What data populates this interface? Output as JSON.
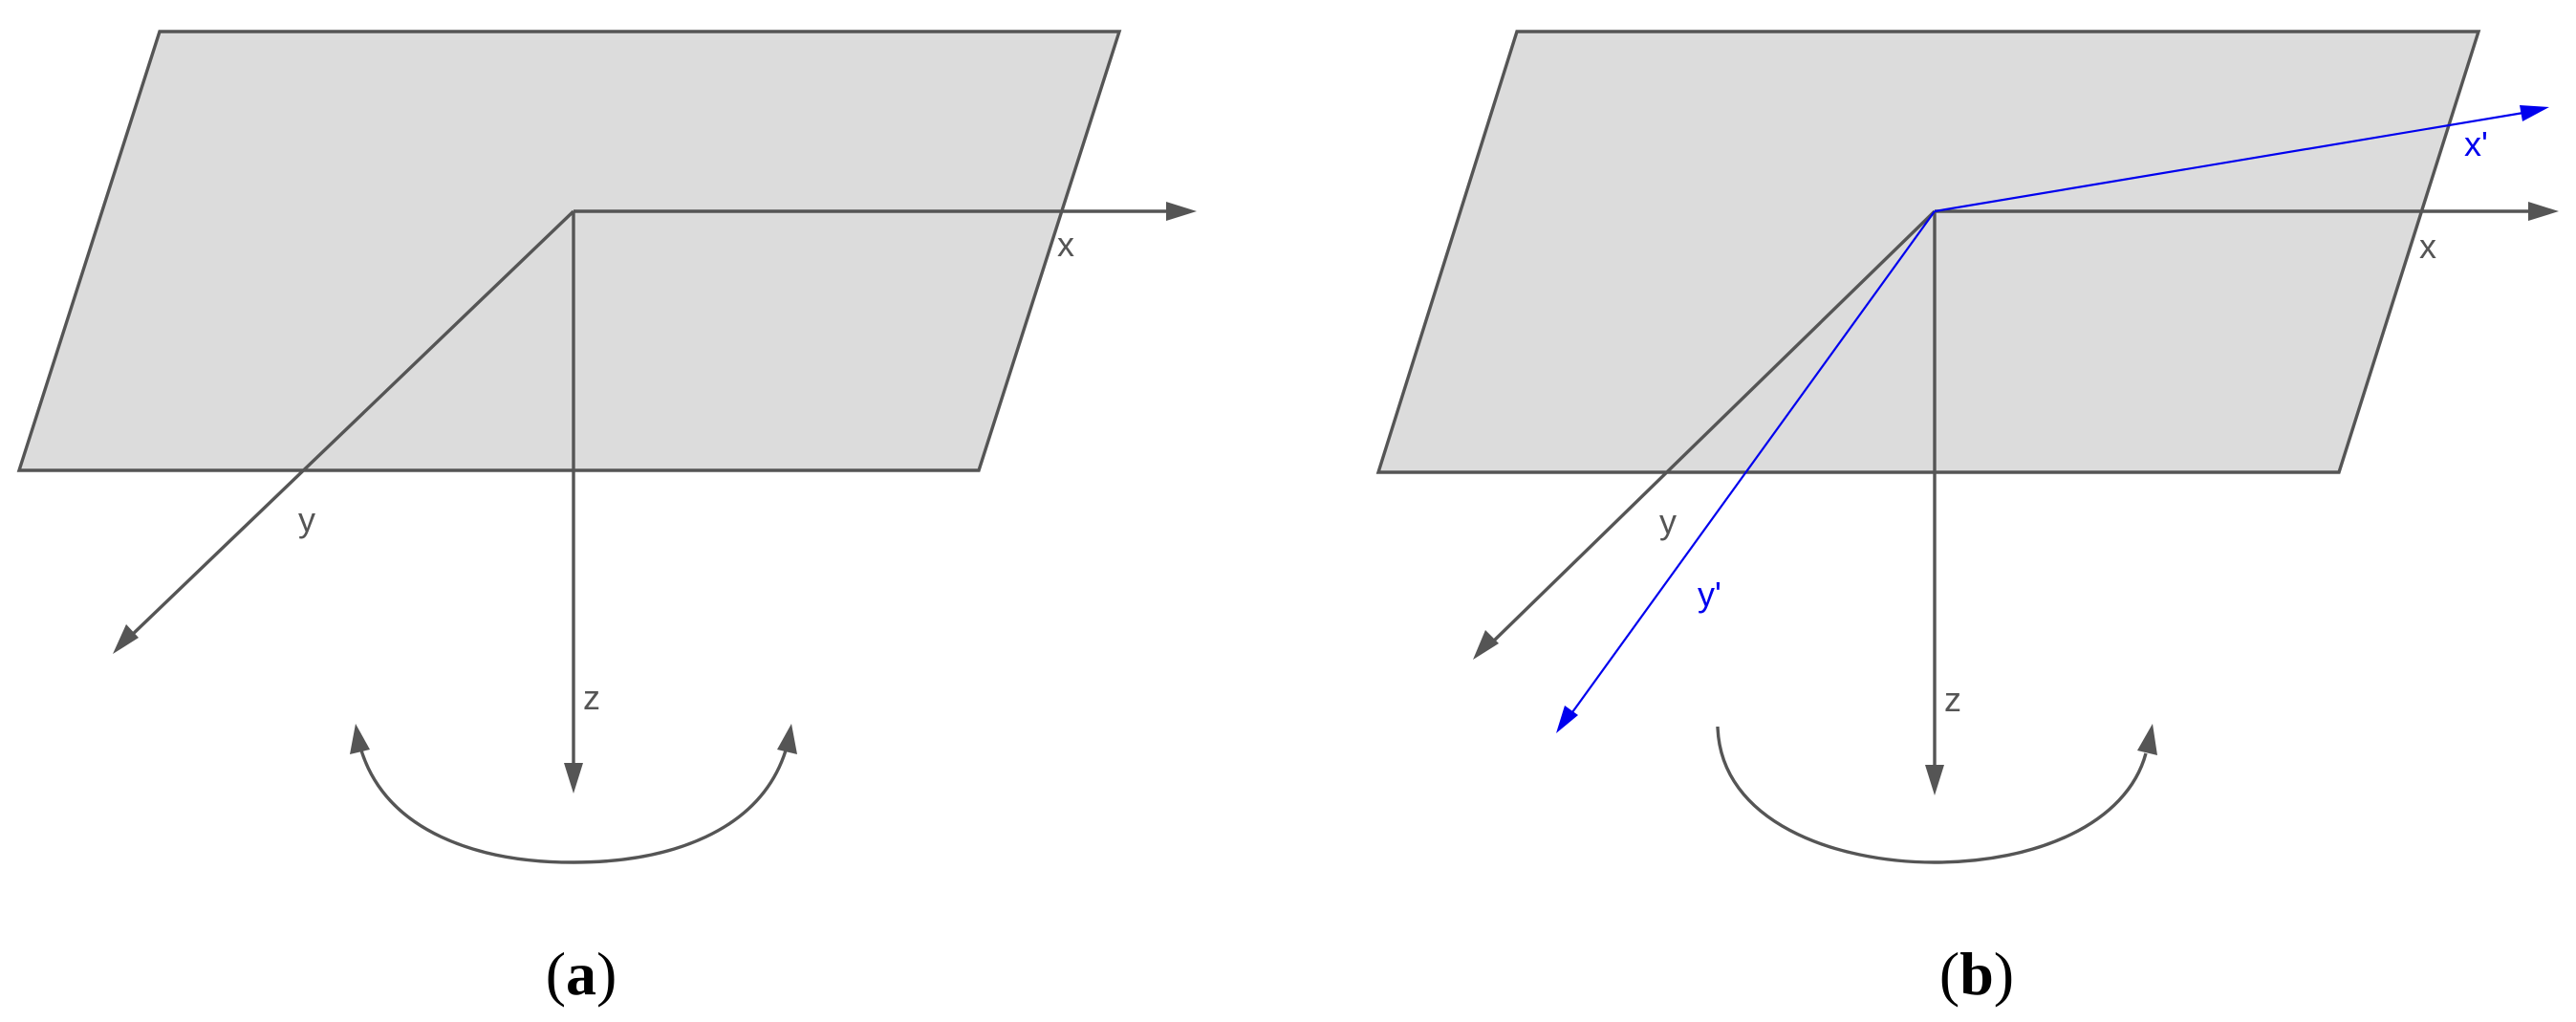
{
  "panels": [
    {
      "caption": {
        "open": "(",
        "letter": "a",
        "close": ")"
      },
      "axes": {
        "x": "x",
        "y": "y",
        "z": "z"
      }
    },
    {
      "caption": {
        "open": "(",
        "letter": "b",
        "close": ")"
      },
      "axes": {
        "x": "x",
        "y": "y",
        "z": "z"
      },
      "rotated_axes": {
        "x": "x'",
        "y": "y'"
      }
    }
  ],
  "colors": {
    "plane_fill": "#dcdcdc",
    "axis": "#555555",
    "rotated_axis": "#0000ee"
  }
}
